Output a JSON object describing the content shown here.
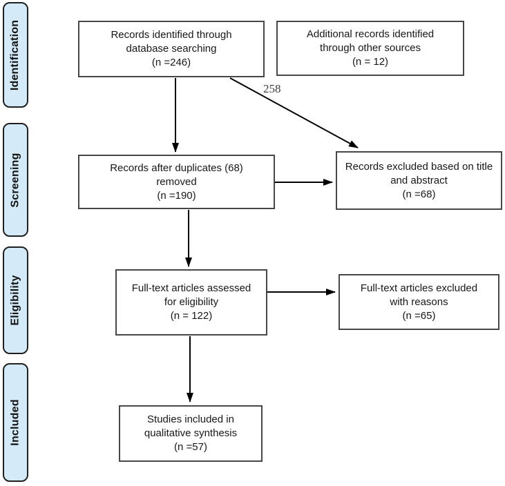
{
  "stages": [
    {
      "label": "Identification"
    },
    {
      "label": "Screening"
    },
    {
      "label": "Eligibility"
    },
    {
      "label": "Included"
    }
  ],
  "boxes": [
    {
      "lines": [
        "Records identified through",
        "database searching",
        "(n =246)"
      ]
    },
    {
      "lines": [
        "Additional records identified",
        "through other sources",
        "(n = 12)"
      ]
    },
    {
      "lines": [
        "Records after duplicates (68)",
        "removed",
        "(n =190)"
      ]
    },
    {
      "lines": [
        "Records excluded based on title",
        "and abstract",
        "(n =68)"
      ]
    },
    {
      "lines": [
        "Full-text articles assessed",
        "for eligibility",
        "(n = 122)"
      ]
    },
    {
      "lines": [
        "Full-text articles excluded",
        "with reasons",
        "(n =65)"
      ]
    },
    {
      "lines": [
        "Studies included in",
        "qualitative synthesis",
        "(n =57)"
      ]
    }
  ],
  "annotations": {
    "diagonal_arrow_label": "258"
  },
  "colors": {
    "stage_fill": "#d4eaf8",
    "stage_border": "#1f1f1f",
    "box_border": "#464646",
    "arrow": "#000000",
    "text": "#171717",
    "annotation_text": "#3d3d3d"
  }
}
